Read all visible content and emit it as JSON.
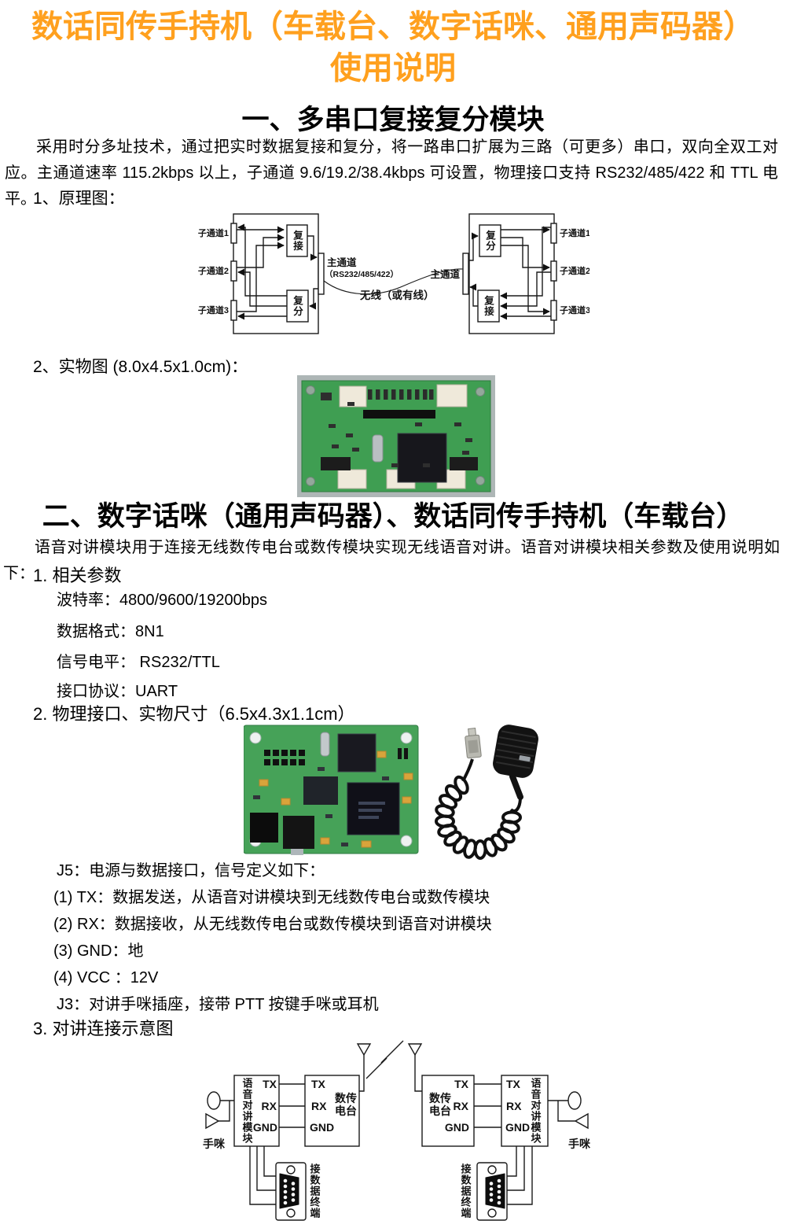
{
  "doc": {
    "title_line1": "数话同传手持机（车载台、数字话咪、通用声码器）",
    "title_line2": "使用说明"
  },
  "colors": {
    "title_orange": "#FFA01E",
    "pcb_green": "#46a258",
    "diagram_line": "#1a1a1a"
  },
  "section1": {
    "heading": "一、多串口复接复分模块",
    "intro": "采用时分多址技术，通过把实时数据复接和复分，将一路串口扩展为三路（可更多）串口，双向全双工对应。主通道速率 115.2kbps 以上，子通道 9.6/19.2/38.4kbps 可设置，物理接口支持 RS232/485/422 和 TTL 电平。",
    "schematic_label": "1、原理图：",
    "photo_label": "2、实物图 (8.0x4.5x1.0cm)：",
    "schematic": {
      "sub_channels": [
        "子通道1",
        "子通道2",
        "子通道3"
      ],
      "mux": "复接",
      "demux": "复分",
      "main_channel": "主通道",
      "main_channel_spec": "（RS232/485/422）",
      "link_label": "无线（或有线）"
    }
  },
  "section2": {
    "heading": "二、数字话咪（通用声码器）、数话同传手持机（车载台）",
    "intro": "语音对讲模块用于连接无线数传电台或数传模块实现无线语音对讲。语音对讲模块相关参数及使用说明如下：",
    "params_heading": "1. 相关参数",
    "params": [
      "波特率：4800/9600/19200bps",
      "数据格式：8N1",
      "信号电平： RS232/TTL",
      "接口协议：UART"
    ],
    "interface_heading": "2. 物理接口、实物尺寸（6.5x4.3x1.1cm）",
    "j5_line": "J5：电源与数据接口，信号定义如下：",
    "pin_lines": [
      "(1) TX：数据发送，从语音对讲模块到无线数传电台或数传模块",
      "(2) RX：数据接收，从无线数传电台或数传模块到语音对讲模块",
      "(3) GND：地",
      "(4) VCC ：12V"
    ],
    "j3_line": "J3：对讲手咪插座，接带 PTT 按键手咪或耳机",
    "connection_heading": "3. 对讲连接示意图",
    "connection_diagram": {
      "handset": "手咪",
      "voice_module": "语音对讲模块",
      "radio_line1": "数传",
      "radio_line2": "电台",
      "pin_tx": "TX",
      "pin_rx": "RX",
      "pin_gnd": "GND",
      "terminal": "接数据终端"
    }
  }
}
